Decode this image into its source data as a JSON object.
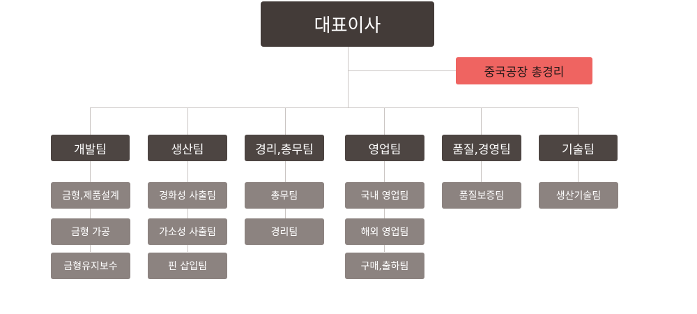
{
  "ceo": "대표이사",
  "china_factory": "중국공장 총경리",
  "departments": [
    {
      "name": "개발팀",
      "subs": [
        "금형,제품설계",
        "금형 가공",
        "금형유지보수"
      ]
    },
    {
      "name": "생산팀",
      "subs": [
        "경화성 사출팀",
        "가소성 사출팀",
        "핀 삽입팀"
      ]
    },
    {
      "name": "경리,총무팀",
      "subs": [
        "총무팀",
        "경리팀"
      ]
    },
    {
      "name": "영업팀",
      "subs": [
        "국내 영업팀",
        "해외 영업팀",
        "구매,출하팀"
      ]
    },
    {
      "name": "품질,경영팀",
      "subs": [
        "품질보증팀"
      ]
    },
    {
      "name": "기술팀",
      "subs": [
        "생산기술팀"
      ]
    }
  ],
  "colors": {
    "ceo_box": "#433b38",
    "china_box": "#ef6461",
    "dept_box": "#4d4542",
    "sub_box": "#8c8380",
    "connector": "#c9c4c2"
  }
}
